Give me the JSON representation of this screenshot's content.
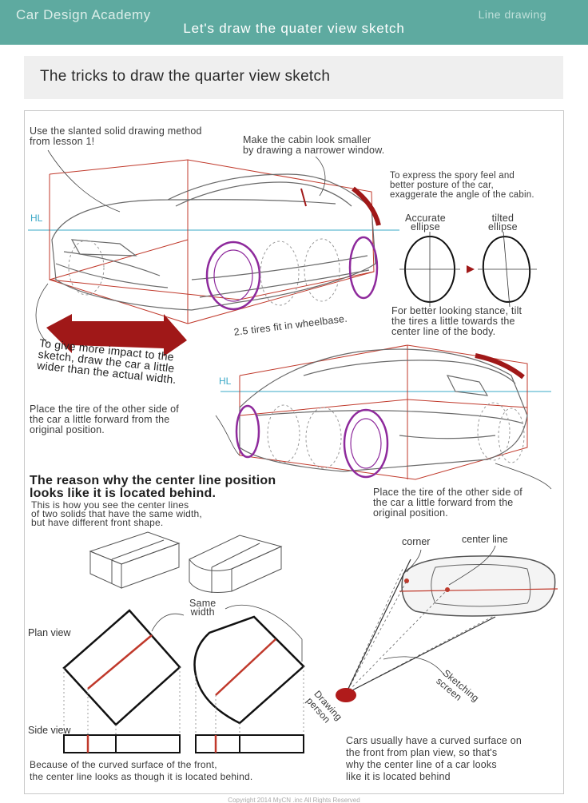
{
  "header": {
    "brand": "Car Design Academy",
    "section": "Line drawing",
    "title": "Let's draw the quater view sketch"
  },
  "page_title": "The tricks to draw the quarter view sketch",
  "notes": {
    "slanted": "Use the slanted solid drawing method\nfrom lesson 1!",
    "cabin": "Make the cabin look smaller\nby drawing a narrower window.",
    "spory": "To express the spory feel and\nbetter posture of the car,\nexaggerate the angle of the cabin.",
    "accurate": "Accurate\nellipse",
    "tilted": "tilted\nellipse",
    "stance": "For better looking stance, tilt\nthe tires a little towards the\ncenter line of the body.",
    "wheelbase": "2.5 tires fit in wheelbase.",
    "impact": "To give more impact to the\nsketch, draw the car a little\nwider than the actual width.",
    "forward_left": "Place the tire of the other side of\nthe car a little forward from the\noriginal position.",
    "forward_right": "Place the tire of the other side of\nthe car a little forward from the\noriginal position.",
    "reason_heading": "The reason why the center line position\nlooks like it is located behind.",
    "reason_sub": "This is how you see the center lines\nof two solids that have the same width,\nbut have different front shape.",
    "same_width": "Same\nwidth",
    "plan_view": "Plan view",
    "side_view": "Side view",
    "bottom_left": "Because of the curved surface of the front,\nthe center line looks as though it is located behind.",
    "corner": "corner",
    "center_line": "center line",
    "sketching_screen": "Sketching\nscreen",
    "drawing_person": "Drawing\nperson",
    "bottom_right": "Cars usually have a curved surface on\nthe front from plan view, so that's\nwhy the center line of a car looks\nlike it is located behind",
    "hl": "HL"
  },
  "footer": "Copyright 2014 MyCN .inc All Rights Reserved",
  "colors": {
    "header_bg": "#5eaaa0",
    "construction_red": "#c0392b",
    "wheel_purple": "#8e2a9c",
    "arrow_darkred": "#a01818",
    "horizon_cyan": "#3aa8c7"
  }
}
